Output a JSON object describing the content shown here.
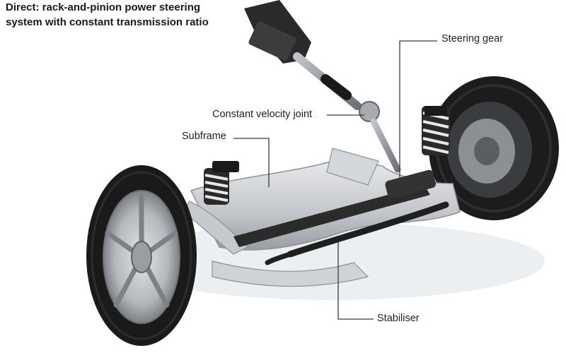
{
  "title": {
    "line1": "Direct: rack-and-pinion power steering",
    "line2": "system with constant transmission ratio"
  },
  "labels": {
    "steering_gear": "Steering gear",
    "cv_joint": "Constant velocity joint",
    "subframe": "Subframe",
    "stabiliser": "Stabiliser"
  },
  "colors": {
    "tyre": "#1c1c1c",
    "rim": "#b9bcc0",
    "aluminium": "#c9ccd0",
    "leader": "#3a3a3a"
  }
}
